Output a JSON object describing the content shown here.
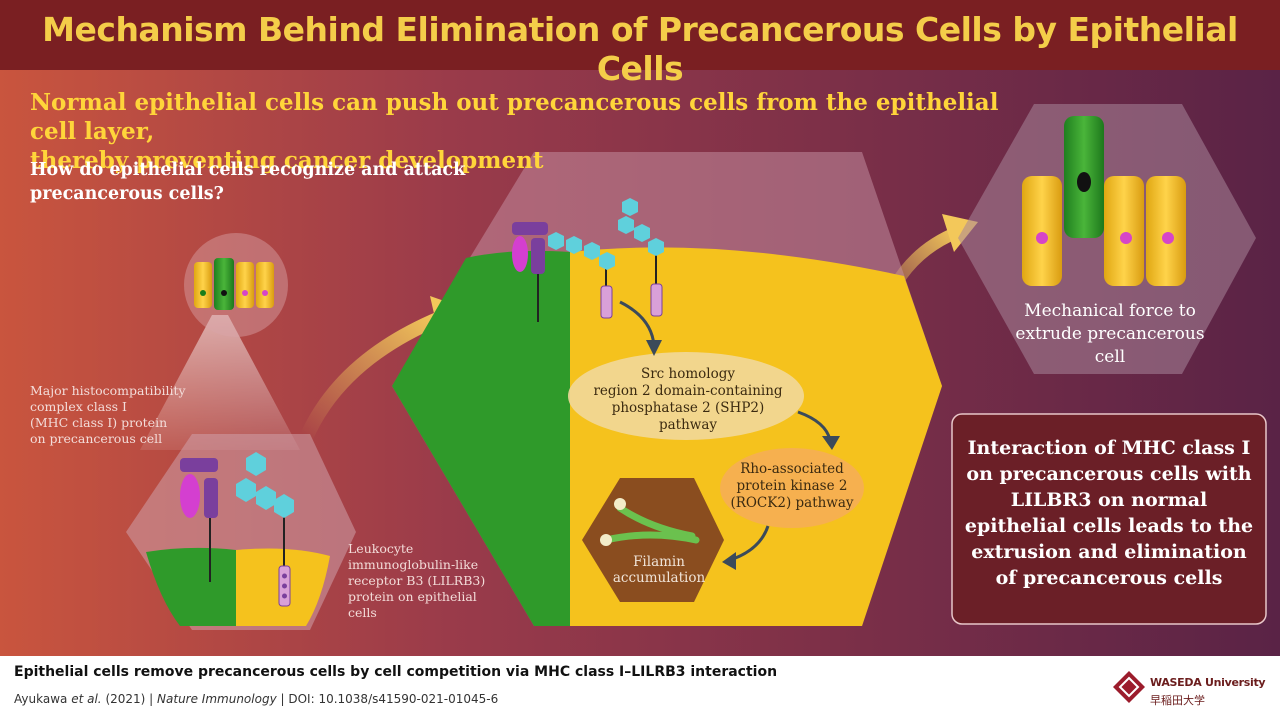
{
  "title": "Mechanism Behind Elimination of Precancerous Cells by Epithelial Cells",
  "headline_lines": [
    "Normal epithelial cells can push out precancerous cells from the epithelial cell layer,",
    "thereby preventing cancer development"
  ],
  "question_lines": [
    "How do epithelial cells recognize and attack",
    "precancerous cells?"
  ],
  "labels": {
    "mhc": [
      "Major histocompatibility",
      "complex class I",
      "(MHC class I) protein",
      "on precancerous cell"
    ],
    "lilrb3": [
      "Leukocyte",
      "immunoglobulin-like",
      "receptor B3 (LILRB3)",
      "protein on epithelial",
      "cells"
    ],
    "shp2": [
      "Src homology",
      "region 2 domain-containing",
      "phosphatase 2 (SHP2)",
      "pathway"
    ],
    "rock2": [
      "Rho-associated",
      "protein kinase 2",
      "(ROCK2) pathway"
    ],
    "filamin": [
      "Filamin",
      "accumulation"
    ],
    "mechanical": [
      "Mechanical force to",
      "extrude precancerous",
      "cell"
    ]
  },
  "conclusion_lines": [
    "Interaction of MHC class I",
    "on precancerous cells with",
    "LILBR3 on normal",
    "epithelial cells leads to the",
    "extrusion and elimination",
    "of precancerous cells"
  ],
  "footer": {
    "caption": "Epithelial cells remove precancerous cells by cell competition via MHC class I–LILRB3 interaction",
    "citation_authors": "Ayukawa",
    "citation_etal": "et al.",
    "citation_year": "(2021) |",
    "citation_journal": "Nature Immunology",
    "citation_doi": "| DOI: 10.1038/s41590-021-01045-6",
    "brand_en": "WASEDA University",
    "brand_jp": "早稲田大学"
  },
  "colors": {
    "background_left": "#c9553e",
    "background_mid": "#9a3b4a",
    "background_right": "#5a2346",
    "title_bar": "#7a1f22",
    "title_text": "#f4cd49",
    "headline_text": "#ffd53a",
    "normal_cell": "#f5c21d",
    "precancerous_cell": "#2f9a2a",
    "protein": "#7a3f9d",
    "receptor": "#5fd0dc",
    "conclusion_box": "#6b1f27",
    "brand": "#9c1c2c"
  },
  "icons": [
    "waseda-logo-icon",
    "mhc-protein-icon",
    "lilrb3-receptor-icon",
    "filamin-icon",
    "arrow-icon"
  ]
}
